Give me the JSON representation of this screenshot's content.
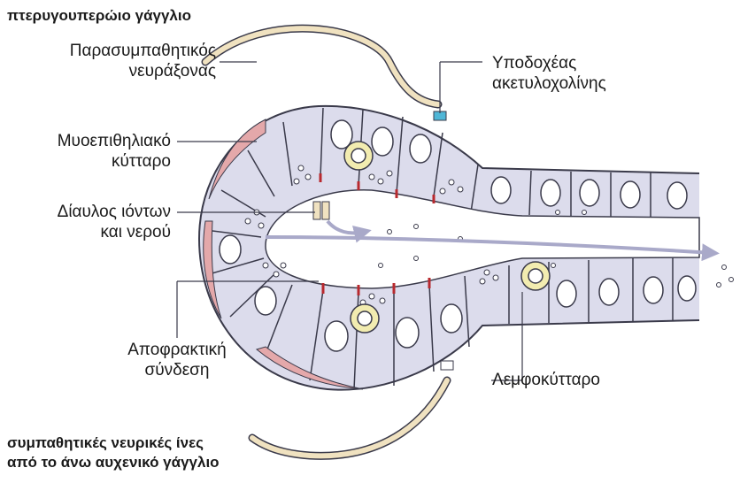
{
  "labels": {
    "pterygopalatine_ganglion": "πτερυγουπερώιο γάγγλιο",
    "parasympathetic_axon": [
      "Παρασυμπαθητικός",
      "νευράξονας"
    ],
    "acetylcholine_receptor": [
      "Υποδοχέας",
      "ακετυλοχολίνης"
    ],
    "myoepithelial_cell": [
      "Μυοεπιθηλιακό",
      "κύτταρο"
    ],
    "ion_water_channel": [
      "Δίαυλος ιόντων",
      "και νερού"
    ],
    "tight_junction": [
      "Αποφρακτική",
      "σύνδεση"
    ],
    "lymphocyte": "Λεμφοκύτταρο",
    "sympathetic_fibers": [
      "συμπαθητικές νευρικές ίνες",
      "από το άνω αυχενικό γάγγλιο"
    ]
  },
  "colors": {
    "cell_fill": "#dcdcec",
    "cell_outline": "#3a3a4a",
    "myoepithelial": "#e4a8aa",
    "receptor": "#4fb6d6",
    "nerve_fill": "#f0e2c0",
    "lymphocyte": "#f2ecb0",
    "tight_junction": "#b8292e",
    "lumen": "#ffffff",
    "flow_arrow": "#a9a9c9"
  }
}
